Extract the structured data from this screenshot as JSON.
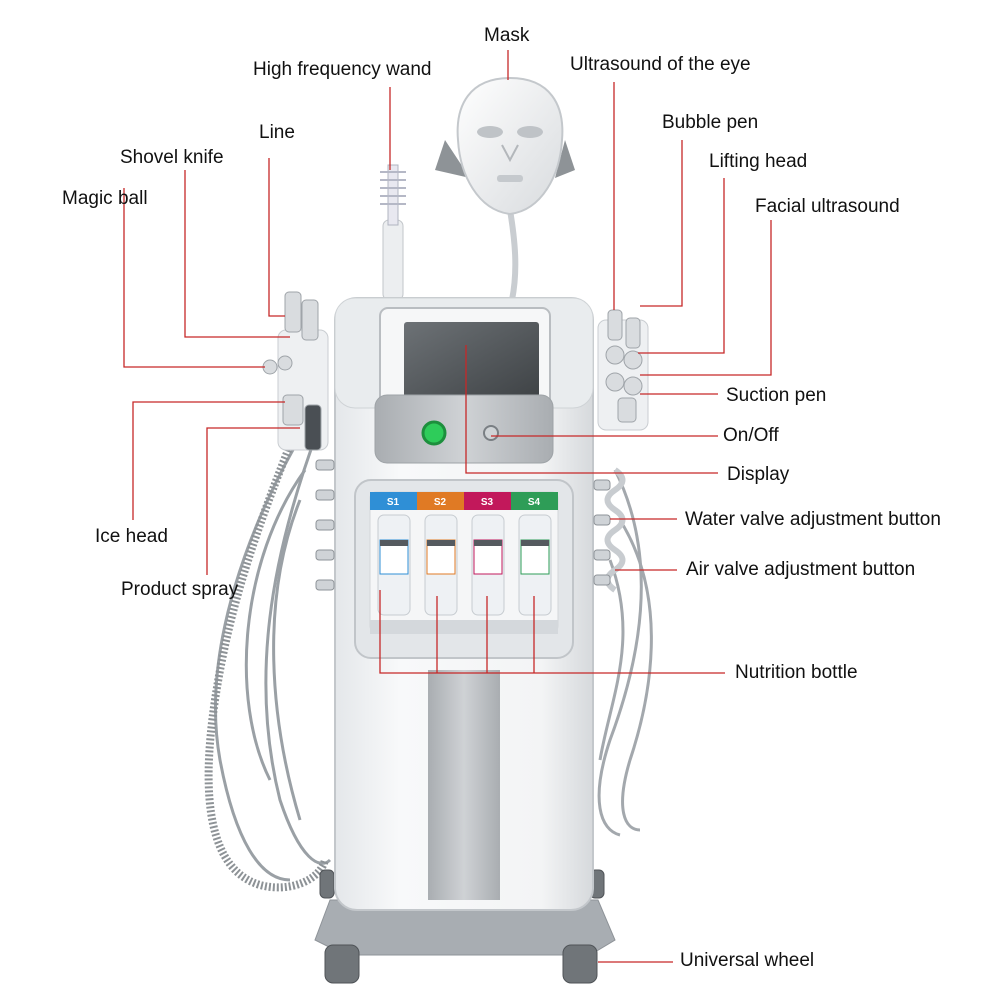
{
  "labels": {
    "mask": "Mask",
    "high_frequency_wand": "High frequency wand",
    "line": "Line",
    "shovel_knife": "Shovel knife",
    "magic_ball": "Magic ball",
    "ultrasound_eye": "Ultrasound of the eye",
    "bubble_pen": "Bubble pen",
    "lifting_head": "Lifting head",
    "facial_ultrasound": "Facial ultrasound",
    "suction_pen": "Suction pen",
    "on_off": "On/Off",
    "display": "Display",
    "water_valve": "Water valve adjustment button",
    "air_valve": "Air valve adjustment button",
    "ice_head": "Ice head",
    "product_spray": "Product spray",
    "nutrition_bottle": "Nutrition bottle",
    "universal_wheel": "Universal wheel"
  },
  "bottle_slots": [
    "S1",
    "S2",
    "S3",
    "S4"
  ],
  "colors": {
    "leader_line": "#c62828",
    "slot_s1": "#2f8fd6",
    "slot_s2": "#e07a24",
    "slot_s3": "#c2185b",
    "slot_s4": "#2e9d57",
    "power_button": "#2ecc5a"
  }
}
